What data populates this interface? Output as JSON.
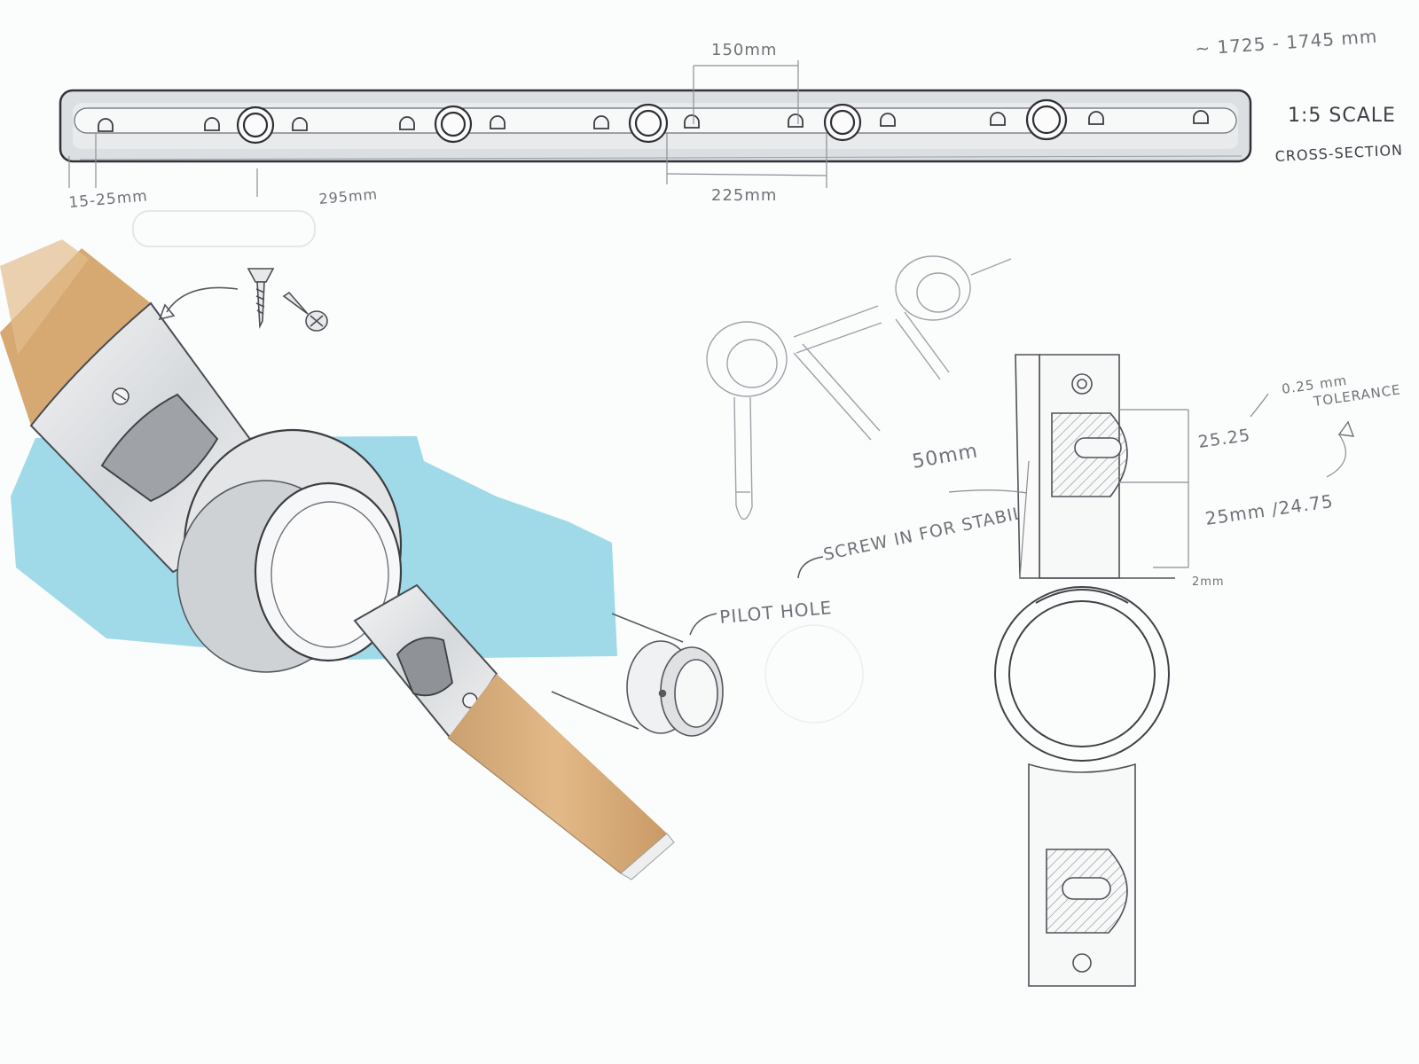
{
  "rail": {
    "total_length": "~ 1725 - 1745 mm",
    "scale": "1:5 SCALE",
    "view": "CROSS-SECTION",
    "end_offset": "15-25mm",
    "spacing_a": "295mm",
    "spacing_b": "150mm",
    "spacing_c": "225mm"
  },
  "detail": {
    "note_screw": "SCREW IN FOR STABILITY",
    "note_pilot": "PILOT HOLE",
    "depth": "50mm",
    "tolerance_value": "0.25 mm",
    "tolerance_label": "TOLERANCE",
    "dim_upper": "25.25",
    "dim_lower": "25mm /24.75",
    "gap": "2mm"
  },
  "colors": {
    "paper": "#fbfcfc",
    "pencil": "#55595e",
    "marker_grey": "#c9cdd1",
    "wood": "#d7a871",
    "cyan_marker": "#8fd3e4"
  }
}
